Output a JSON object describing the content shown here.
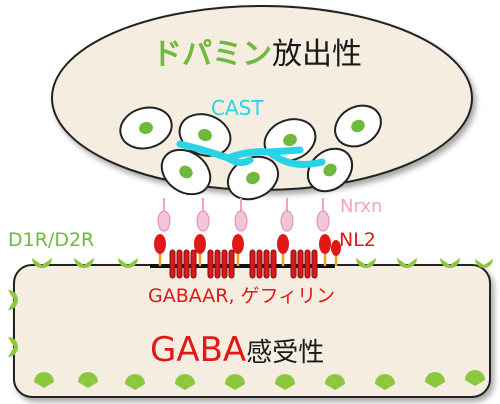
{
  "presynaptic": {
    "title_highlight": "ドパミン",
    "title_rest": "放出性",
    "cast_label": "CAST",
    "vesicle_count": 7
  },
  "cleft": {
    "nrxn_label": "Nrxn",
    "nl2_label": "NL2",
    "nrxn_count": 5,
    "nl2_count": 6,
    "gabaar_cluster_count": 2
  },
  "postsynaptic": {
    "receptor_label": "D1R/D2R",
    "gabaar_label": "GABAAR, ゲフィリン",
    "title_highlight": "GABA",
    "title_rest": "感受性"
  },
  "colors": {
    "terminal_fill": "#f4ede0",
    "vesicle_fill": "#ffffff",
    "vesicle_dot": "#6fba3c",
    "cast": "#27d3e6",
    "nrxn": "#f2a3c7",
    "nl2": "#e01818",
    "receptor": "#8dc63f",
    "highlight_green": "#6fba3c",
    "highlight_red": "#e01818"
  }
}
